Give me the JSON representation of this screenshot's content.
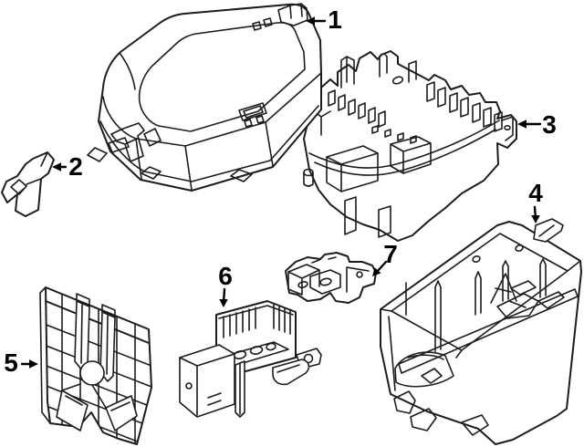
{
  "figure": {
    "type": "exploded-parts-line-diagram",
    "background_color": "#ffffff",
    "line_color": "#1c1c1c",
    "label_color": "#000000"
  },
  "callouts": [
    {
      "label": "1",
      "part": "fuse-box-cover"
    },
    {
      "label": "2",
      "part": "retainer-clip"
    },
    {
      "label": "3",
      "part": "upper-fuse-block"
    },
    {
      "label": "4",
      "part": "lower-fuse-box-tray"
    },
    {
      "label": "5",
      "part": "mounting-bracket"
    },
    {
      "label": "6",
      "part": "relay-block"
    },
    {
      "label": "7",
      "part": "connector-bracket"
    }
  ]
}
